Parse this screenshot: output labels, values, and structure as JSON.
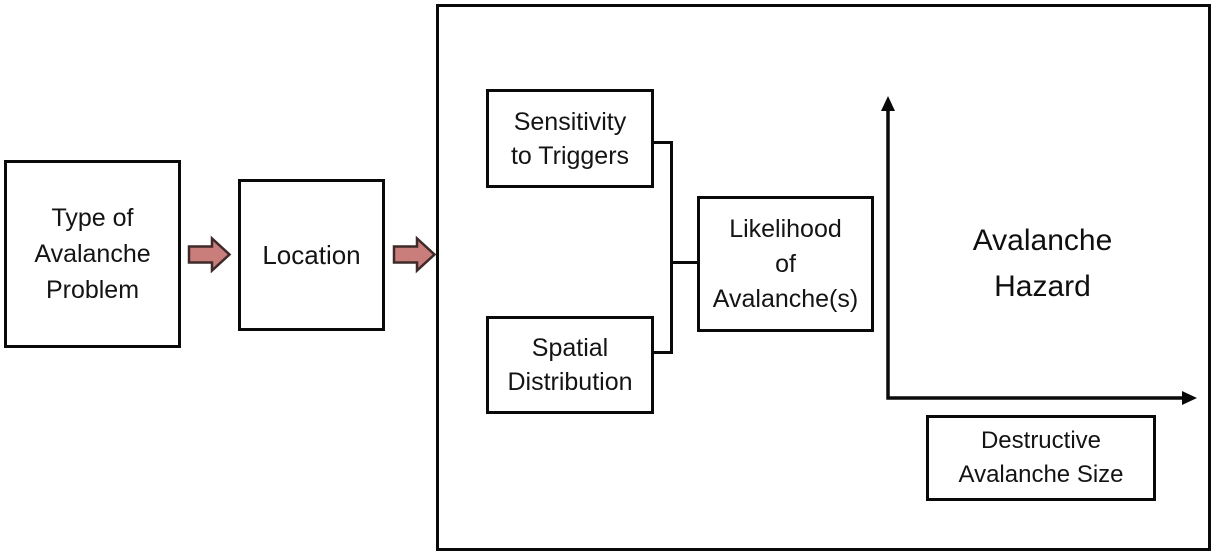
{
  "diagram": {
    "flow": {
      "type_box_label": "Type of\nAvalanche\nProblem",
      "location_box_label": "Location"
    },
    "hazard_panel": {
      "sensitivity_box_label": "Sensitivity\nto Triggers",
      "spatial_box_label": "Spatial\nDistribution",
      "likelihood_box_label": "Likelihood\nof\nAvalanche(s)",
      "chart_title": "Avalanche\nHazard",
      "x_axis_box_label": "Destructive\nAvalanche Size"
    },
    "colors": {
      "arrow_fill": "#c97e7c",
      "arrow_stroke": "#3f2a2a",
      "line_color": "#0a0a0a"
    }
  }
}
